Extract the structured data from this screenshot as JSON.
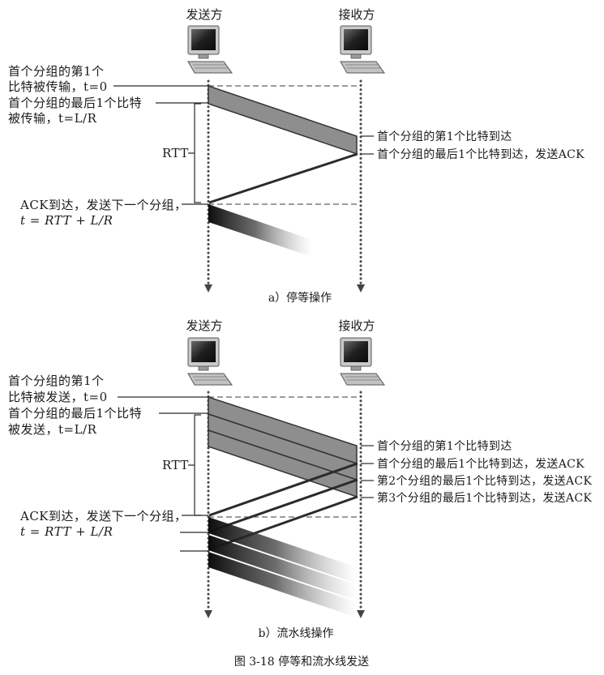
{
  "icons": {
    "endpoint": "desktop-computer-icon"
  },
  "diagrams": [
    {
      "sender_label": "发送方",
      "receiver_label": "接收方",
      "left_labels": [
        "首个分组的第1个",
        "比特被传输，t=0",
        "首个分组的最后1个比特",
        "被传输，t=L/R",
        "ACK到达，发送下一个分组，",
        "t = RTT + L/R"
      ],
      "rtt_label": "RTT",
      "right_labels": [
        "首个分组的第1个比特到达",
        "首个分组的最后1个比特到达，发送ACK"
      ],
      "caption": "a）停等操作"
    },
    {
      "sender_label": "发送方",
      "receiver_label": "接收方",
      "left_labels": [
        "首个分组的第1个",
        "比特被发送，t=0",
        "首个分组的最后1个比特",
        "被发送，t=L/R",
        "ACK到达，发送下一个分组，",
        "t = RTT + L/R"
      ],
      "rtt_label": "RTT",
      "right_labels": [
        "首个分组的第1个比特到达",
        "首个分组的最后1个比特到达，发送ACK",
        "第2个分组的最后1个比特到达，发送ACK",
        "第3个分组的最后1个比特到达，发送ACK"
      ],
      "caption": "b）流水线操作"
    }
  ],
  "figure_caption": "图 3-18   停等和流水线发送"
}
